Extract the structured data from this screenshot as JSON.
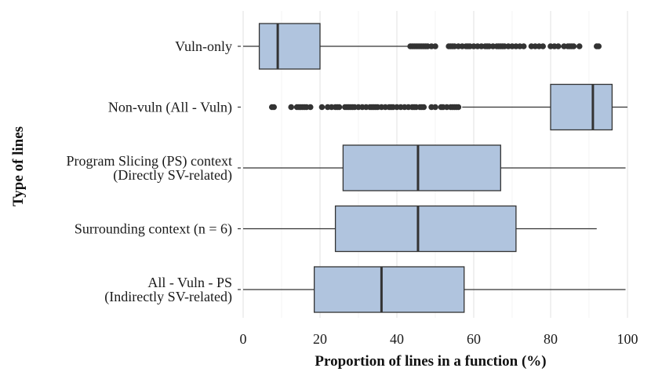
{
  "chart_data": {
    "type": "boxplot",
    "orientation": "horizontal",
    "title": "",
    "xlabel": "Proportion of lines in a function (%)",
    "ylabel": "Type of lines",
    "xlim": [
      0,
      100
    ],
    "xticks": [
      0,
      20,
      40,
      60,
      80,
      100
    ],
    "grid": true,
    "box_fill": "#b0c4de",
    "box_stroke": "#333333",
    "outlier_color": "#333333",
    "categories": [
      {
        "label_lines": [
          "Vuln-only"
        ],
        "stats": {
          "whisker_low": 0,
          "q1": 4.2,
          "median": 9,
          "q3": 20,
          "whisker_high": 43
        },
        "outliers": [
          43.5,
          44,
          44.5,
          45,
          45.5,
          46,
          46.5,
          47,
          47.5,
          48,
          49,
          50,
          53.5,
          54,
          54.5,
          55,
          56,
          57,
          58,
          58.5,
          59,
          60,
          61,
          62,
          63,
          63.5,
          64,
          65,
          66,
          66.5,
          67,
          67.5,
          68,
          69,
          70,
          71,
          72,
          73,
          75,
          76,
          77,
          78,
          80,
          81,
          82,
          83.5,
          84.5,
          85,
          85.5,
          86,
          87.5,
          92,
          92.5
        ]
      },
      {
        "label_lines": [
          "Non-vuln (All - Vuln)"
        ],
        "stats": {
          "whisker_low": 57,
          "q1": 80,
          "median": 91,
          "q3": 96,
          "whisker_high": 100
        },
        "outliers": [
          7.5,
          8,
          12.5,
          14,
          14.5,
          15,
          15.5,
          16,
          16.5,
          17.5,
          20.5,
          22,
          23,
          24,
          24.5,
          25,
          26.5,
          27,
          27.5,
          28,
          28.5,
          29,
          30,
          31,
          32,
          33,
          33.5,
          34,
          34.5,
          35,
          36,
          37,
          38,
          38.5,
          39,
          40,
          41,
          42,
          43,
          44,
          44.5,
          45,
          46,
          46.5,
          47,
          49,
          50,
          51.5,
          52,
          53,
          54,
          54.5,
          55,
          55.5,
          56
        ]
      },
      {
        "label_lines": [
          "Program Slicing (PS) context",
          "(Directly SV-related)"
        ],
        "stats": {
          "whisker_low": 0,
          "q1": 26,
          "median": 45.5,
          "q3": 67,
          "whisker_high": 99.5
        },
        "outliers": []
      },
      {
        "label_lines": [
          "Surrounding context (n = 6)"
        ],
        "stats": {
          "whisker_low": 0,
          "q1": 24,
          "median": 45.5,
          "q3": 71,
          "whisker_high": 92
        },
        "outliers": []
      },
      {
        "label_lines": [
          "All - Vuln - PS",
          "(Indirectly SV-related)"
        ],
        "stats": {
          "whisker_low": 0,
          "q1": 18.5,
          "median": 36,
          "q3": 57.5,
          "whisker_high": 99.5
        },
        "outliers": []
      }
    ]
  }
}
